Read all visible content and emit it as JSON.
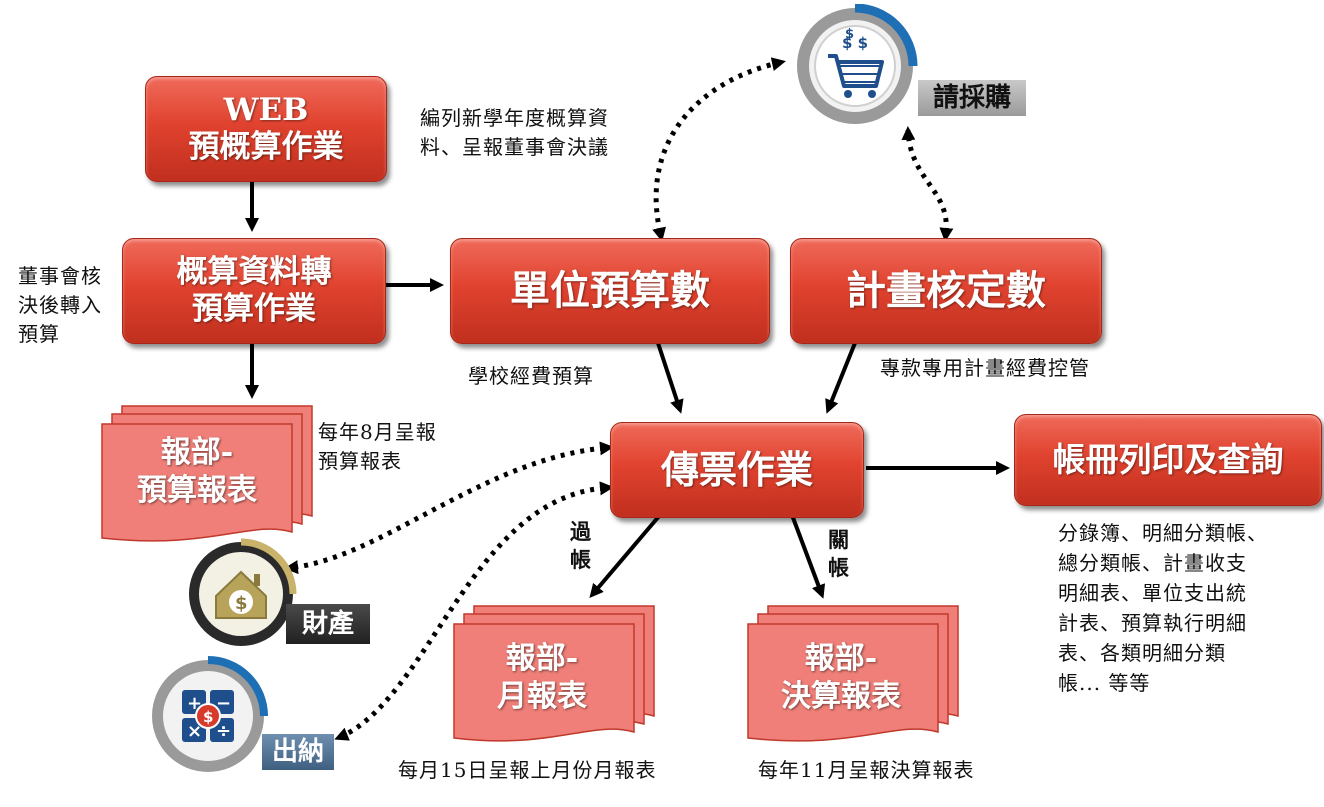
{
  "boxes": {
    "web_budget": [
      "WEB",
      "預概算作業"
    ],
    "transfer": [
      "概算資料轉",
      "預算作業"
    ],
    "unit_budget": "單位預算數",
    "plan_approved": "計畫核定數",
    "voucher": "傳票作業",
    "ledger": "帳冊列印及查詢"
  },
  "documents": {
    "report_budget": [
      "報部-",
      "預算報表"
    ],
    "report_monthly": [
      "報部-",
      "月報表"
    ],
    "report_final": [
      "報部-",
      "決算報表"
    ]
  },
  "modules": {
    "purchase": "請採購",
    "property": "財產",
    "cashier": "出納"
  },
  "notes": {
    "compile": [
      "編列新學年度概算資",
      "料、呈報董事會決議"
    ],
    "board": [
      "董事會核",
      "決後轉入",
      "預算"
    ],
    "school_funds": "學校經費預算",
    "special_funds": "專款專用計畫經費控管",
    "aug_report": [
      "每年8月呈報",
      "預算報表"
    ],
    "monthly_report": "每月15日呈報上月份月報表",
    "nov_report": "每年11月呈報決算報表",
    "ledger_list": [
      "分錄簿、明細分類帳、",
      "總分類帳、計畫收支",
      "明細表、單位支出統",
      "計表、預算執行明細",
      "表、各類明細分類",
      "帳... 等等"
    ]
  },
  "labels": {
    "post": [
      "過",
      "帳"
    ],
    "close": [
      "關",
      "帳"
    ]
  },
  "icons": {
    "cart": "shopping-cart-icon",
    "house": "house-dollar-icon",
    "calculator": "calculator-dollar-icon"
  },
  "colors": {
    "box_red": "#e0432f",
    "doc_pink": "#ef7f78",
    "arrow": "#000000",
    "module_blue": "#1f6fb5"
  }
}
